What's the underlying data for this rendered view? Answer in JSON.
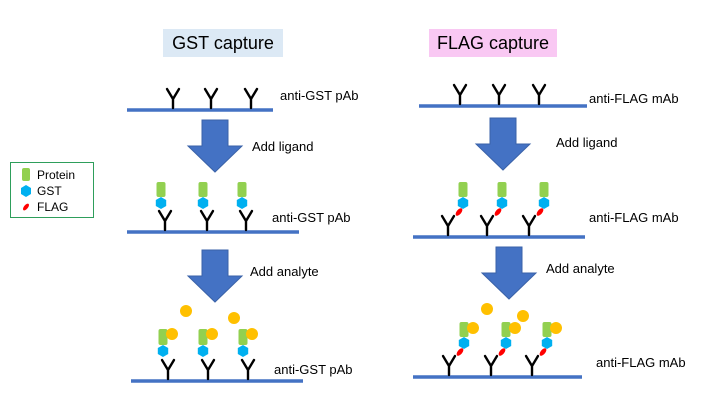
{
  "panels": {
    "gst": {
      "title": "GST capture",
      "title_bg": "#dce9f5",
      "labels": {
        "row1_antibody": "anti-GST pAb",
        "step1": "Add ligand",
        "row2_antibody": "anti-GST pAb",
        "step2": "Add analyte",
        "row3_antibody": "anti-GST pAb"
      }
    },
    "flag": {
      "title": "FLAG capture",
      "title_bg": "#f9c8f3",
      "labels": {
        "row1_antibody": "anti-FLAG mAb",
        "step1": "Add ligand",
        "row2_antibody": "anti-FLAG mAb",
        "step2": "Add analyte",
        "row3_antibody": "anti-FLAG mAb"
      }
    }
  },
  "legend": {
    "items": [
      {
        "label": "Protein",
        "icon": "protein-icon",
        "color": "#92d050"
      },
      {
        "label": "GST",
        "icon": "gst-hexagon-icon",
        "color": "#00b0f0"
      },
      {
        "label": "FLAG",
        "icon": "flag-tag-icon",
        "color": "#ff0000"
      }
    ]
  },
  "colors": {
    "surface": "#4472c4",
    "arrow": "#4472c4",
    "protein": "#92d050",
    "gst": "#00b0f0",
    "flag": "#ff0000",
    "analyte": "#ffc000",
    "legend_border": "#2e9e5b"
  }
}
